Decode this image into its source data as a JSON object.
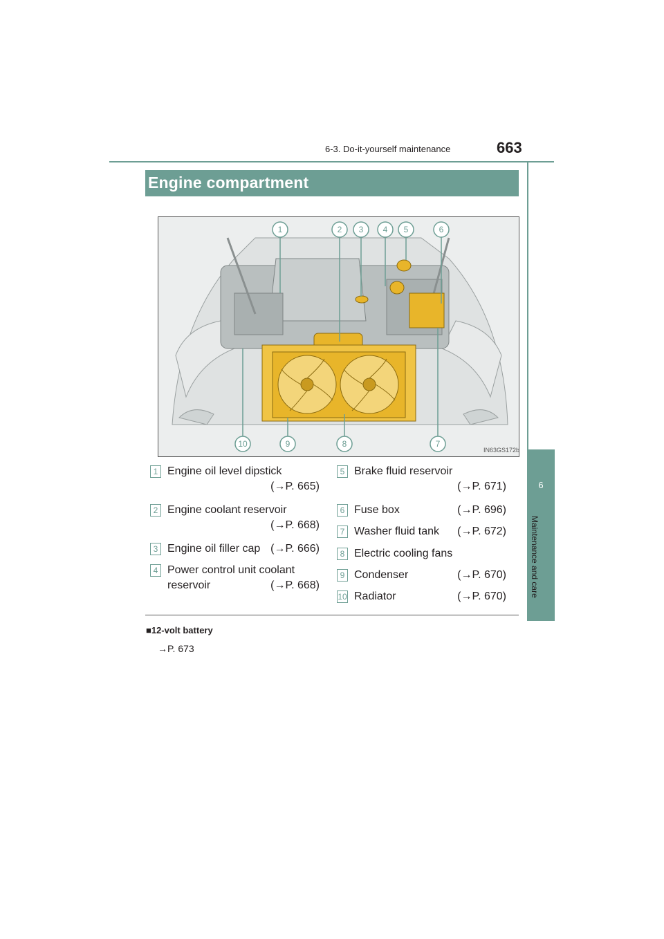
{
  "header": {
    "section": "6-3. Do-it-yourself maintenance",
    "page": "663"
  },
  "side_tab": {
    "number": "6",
    "label": "Maintenance and care"
  },
  "title": "Engine compartment",
  "figure": {
    "code": "IN63GS172b",
    "callouts": [
      "1",
      "2",
      "3",
      "4",
      "5",
      "6",
      "7",
      "8",
      "9",
      "10"
    ]
  },
  "legend": [
    {
      "num": "1",
      "label": "Engine oil level dipstick",
      "ref": "(→P. 665)"
    },
    {
      "num": "2",
      "label": "Engine coolant reservoir",
      "ref": "(→P. 668)"
    },
    {
      "num": "3",
      "label": "Engine oil filler cap",
      "ref": "(→P. 666)"
    },
    {
      "num": "4",
      "label": "Power control unit coolant",
      "label2": "reservoir",
      "ref": "(→P. 668)"
    },
    {
      "num": "5",
      "label": "Brake fluid reservoir",
      "ref": "(→P. 671)"
    },
    {
      "num": "6",
      "label": "Fuse box",
      "ref": "(→P. 696)"
    },
    {
      "num": "7",
      "label": "Washer fluid tank",
      "ref": "(→P. 672)"
    },
    {
      "num": "8",
      "label": "Electric cooling fans",
      "ref": ""
    },
    {
      "num": "9",
      "label": "Condenser",
      "ref": "(→P. 670)"
    },
    {
      "num": "10",
      "label": "Radiator",
      "ref": "(→P. 670)"
    }
  ],
  "note": {
    "heading": "■12-volt battery",
    "body": "→P. 673"
  }
}
